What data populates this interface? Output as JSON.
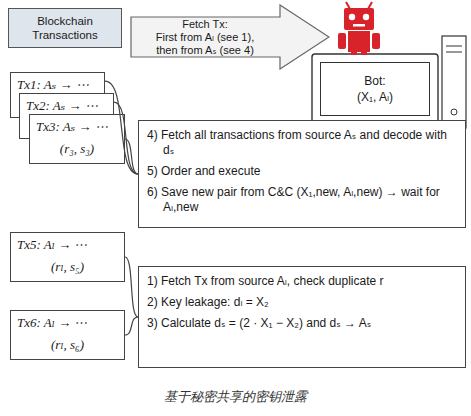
{
  "diagram": {
    "caption": "基于秘密共享的密钥泄露",
    "nodes": [
      {
        "text": [
          "Blockchain Transactions"
        ]
      },
      {
        "text": [
          "Fetch Tx:",
          "First from Aₗ (see 1), then from Aₛ (see 4)"
        ]
      },
      {
        "text": [
          "Bot:",
          "(X₁, Aₗ)"
        ]
      },
      {
        "text": [
          "Tx1: Aₛ → ⋯"
        ]
      },
      {
        "text": [
          "Tx2: Aₛ → ⋯"
        ]
      },
      {
        "text": [
          "Tx3: Aₛ → ⋯",
          "(r₃, s₃)"
        ]
      },
      {
        "text": [
          "4) Fetch all transactions from source Aₛ and decode with dₛ",
          "5) Order and execute",
          "6) Save new pair from C&C (X₁,new, Aₗ,new) → wait for Aₗ,new"
        ]
      },
      {
        "text": [
          "Tx5: Aₗ → ⋯",
          "(rₗ, s₅)"
        ]
      },
      {
        "text": [
          "Tx6: Aₗ → ⋯",
          "(rₗ, s₆)"
        ]
      },
      {
        "text": [
          "1) Fetch Tx from source Aₗ, check duplicate r",
          "2) Key leakage: dₗ = X₂",
          "3) Calculate dₛ = (2 · X₁ − X₂) and dₛ → Aₛ"
        ]
      }
    ],
    "edges": [
      {
        "from": 3,
        "to": 6,
        "arrow": "none"
      },
      {
        "from": 4,
        "to": 6,
        "arrow": "none"
      },
      {
        "from": 5,
        "to": 6,
        "arrow": "none"
      },
      {
        "from": 7,
        "to": 9,
        "arrow": "none"
      },
      {
        "from": 8,
        "to": 9,
        "arrow": "none"
      }
    ]
  }
}
